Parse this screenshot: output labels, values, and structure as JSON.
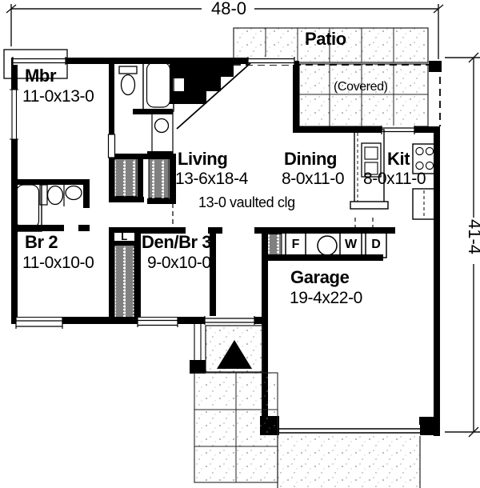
{
  "dimensions": {
    "width_label": "48-0",
    "height_label": "41-4"
  },
  "rooms": {
    "mbr": {
      "name": "Mbr",
      "size": "11-0x13-0"
    },
    "living": {
      "name": "Living",
      "size": "13-6x18-4",
      "ceiling": "13-0 vaulted clg"
    },
    "dining": {
      "name": "Dining",
      "size": "8-0x11-0"
    },
    "kitchen": {
      "name": "Kit",
      "size": "8-0x11-0"
    },
    "bedroom2": {
      "name": "Br 2",
      "size": "11-0x10-0"
    },
    "den": {
      "name": "Den/Br 3",
      "size": "9-0x10-0"
    },
    "garage": {
      "name": "Garage",
      "size": "19-4x22-0"
    },
    "patio": {
      "name": "Patio",
      "covered_note": "(Covered)"
    }
  },
  "appliances": {
    "freezer": "F",
    "washer": "W",
    "dryer": "D",
    "linen": "L"
  },
  "colors": {
    "ink": "#000000",
    "paper": "#ffffff"
  }
}
